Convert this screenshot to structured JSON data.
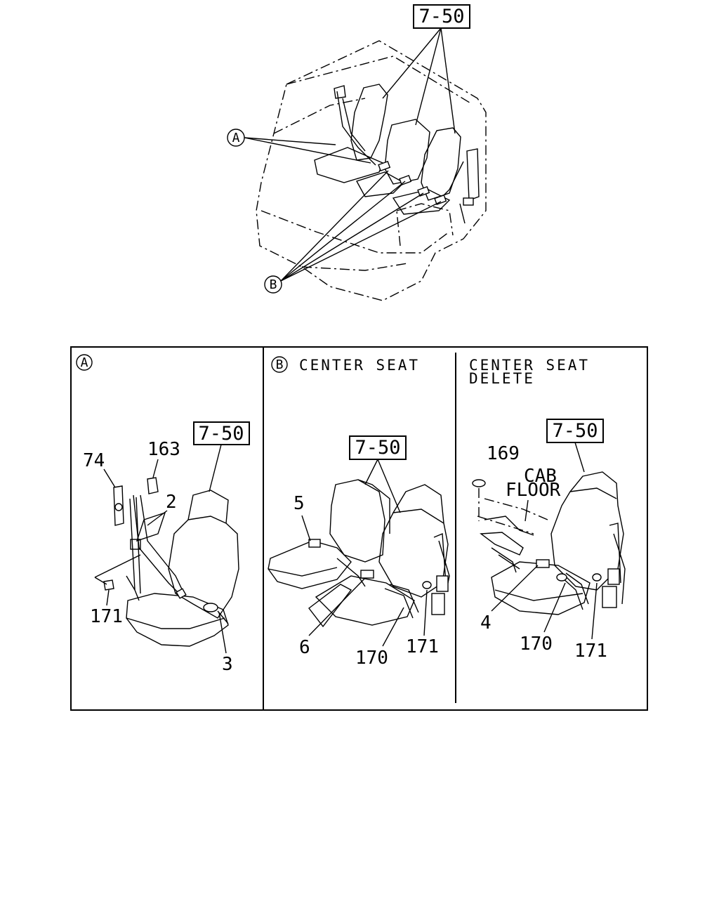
{
  "overview": {
    "ref_label": "7-50",
    "callout_a": "A",
    "callout_b": "B"
  },
  "panel_a": {
    "circle": "A",
    "ref_label": "7-50",
    "parts": [
      "74",
      "163",
      "2",
      "171",
      "3"
    ]
  },
  "panel_b": {
    "circle": "B",
    "title": "CENTER SEAT",
    "ref_label": "7-50",
    "parts": [
      "5",
      "6",
      "170",
      "171"
    ]
  },
  "panel_c": {
    "title_line1": "CENTER SEAT",
    "title_line2": "DELETE",
    "ref_label": "7-50",
    "parts": [
      "169",
      "4",
      "170",
      "171"
    ],
    "note_line1": "CAB",
    "note_line2": "FLOOR"
  }
}
